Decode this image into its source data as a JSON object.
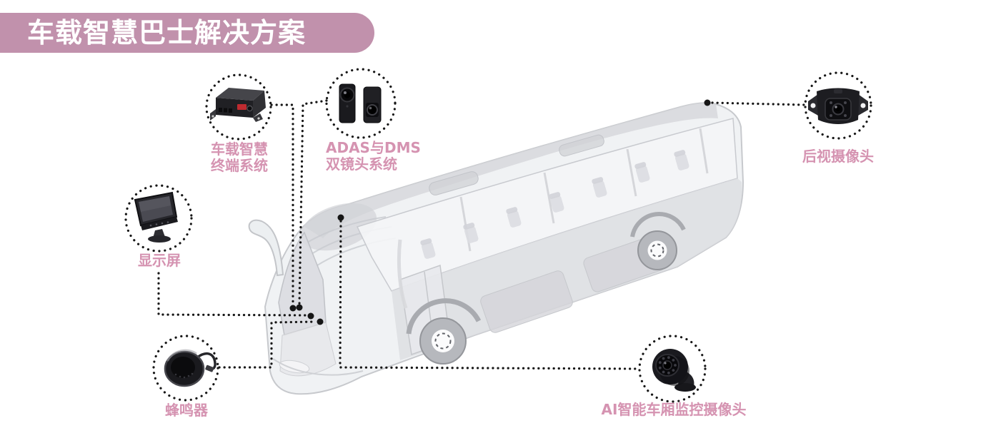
{
  "header": {
    "title": "车载智慧巴士解决方案"
  },
  "colors": {
    "banner_bg": "#c191ac",
    "label_text": "#d593b1",
    "line_dots": "#161616"
  },
  "components": {
    "terminal": {
      "line1": "车载智慧",
      "line2": "终端系统"
    },
    "adas": {
      "line1": "ADAS与DMS",
      "line2": "双镜头系统"
    },
    "rear_camera": {
      "label": "后视摄像头"
    },
    "display": {
      "label": "显示屏"
    },
    "buzzer": {
      "label": "蜂鸣器"
    },
    "ai_camera": {
      "label": "AI智能车厢监控摄像头"
    }
  }
}
